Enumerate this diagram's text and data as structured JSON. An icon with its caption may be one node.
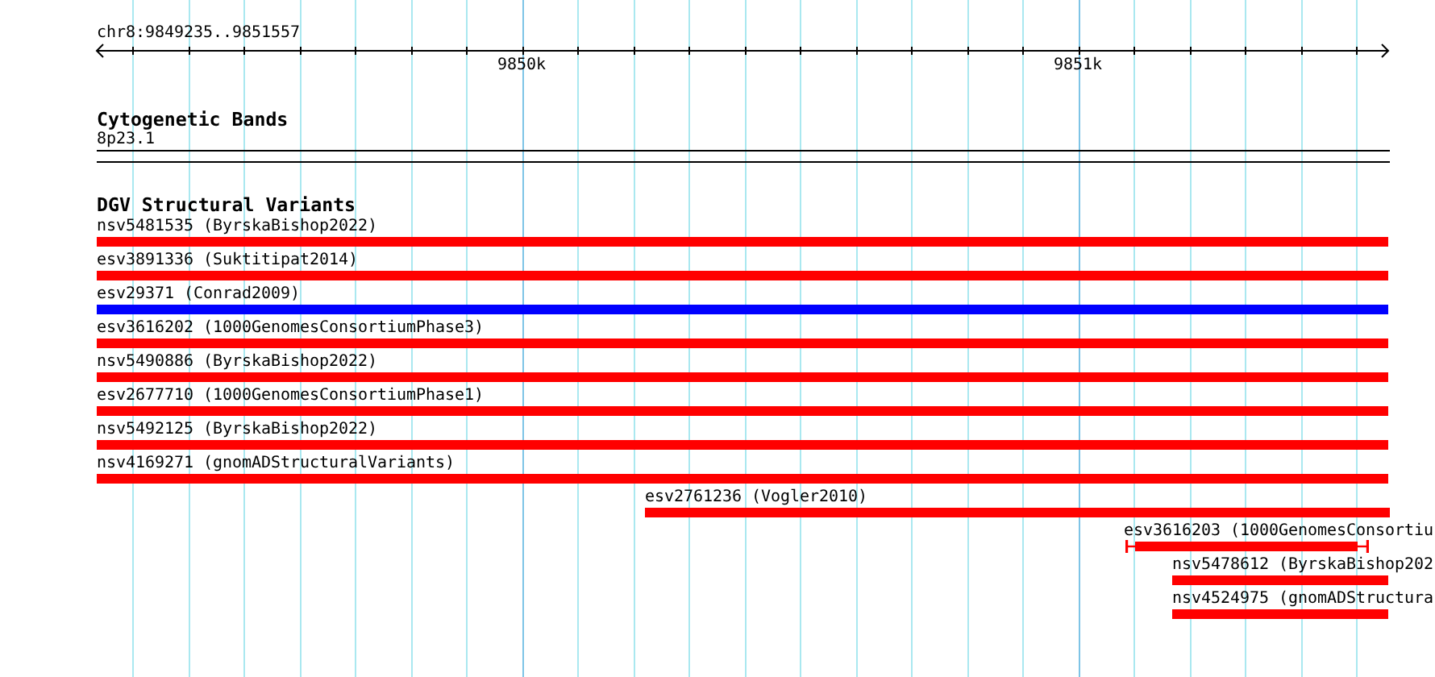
{
  "diagram": {
    "nodes": [
      {
        "text": [
          "8p23.1"
        ]
      },
      {
        "text": [
          "nsv5481535 (ByrskaBishop2022)"
        ]
      },
      {
        "text": [
          "esv3891336 (Suktitipat2014)"
        ]
      },
      {
        "text": [
          "esv29371 (Conrad2009)"
        ]
      },
      {
        "text": [
          "esv3616202 (1000GenomesConsortiumPhase3)"
        ]
      },
      {
        "text": [
          "nsv5490886 (ByrskaBishop2022)"
        ]
      },
      {
        "text": [
          "esv2677710 (1000GenomesConsortiumPhase1)"
        ]
      },
      {
        "text": [
          "nsv5492125 (ByrskaBishop2022)"
        ]
      },
      {
        "text": [
          "nsv4169271 (gnomADStructuralVariants)"
        ]
      },
      {
        "text": [
          "esv2761236 (Vogler2010)"
        ]
      },
      {
        "text": [
          "esv3616203 (1000GenomesConsortiu"
        ]
      },
      {
        "text": [
          "nsv5478612 (ByrskaBishop202"
        ]
      },
      {
        "text": [
          "nsv4524975 (gnomADStructura"
        ]
      }
    ],
    "labels": [
      "chr8:9849235..9851557",
      "9850k",
      "9851k",
      "Cytogenetic Bands",
      "DGV Structural Variants"
    ]
  }
}
